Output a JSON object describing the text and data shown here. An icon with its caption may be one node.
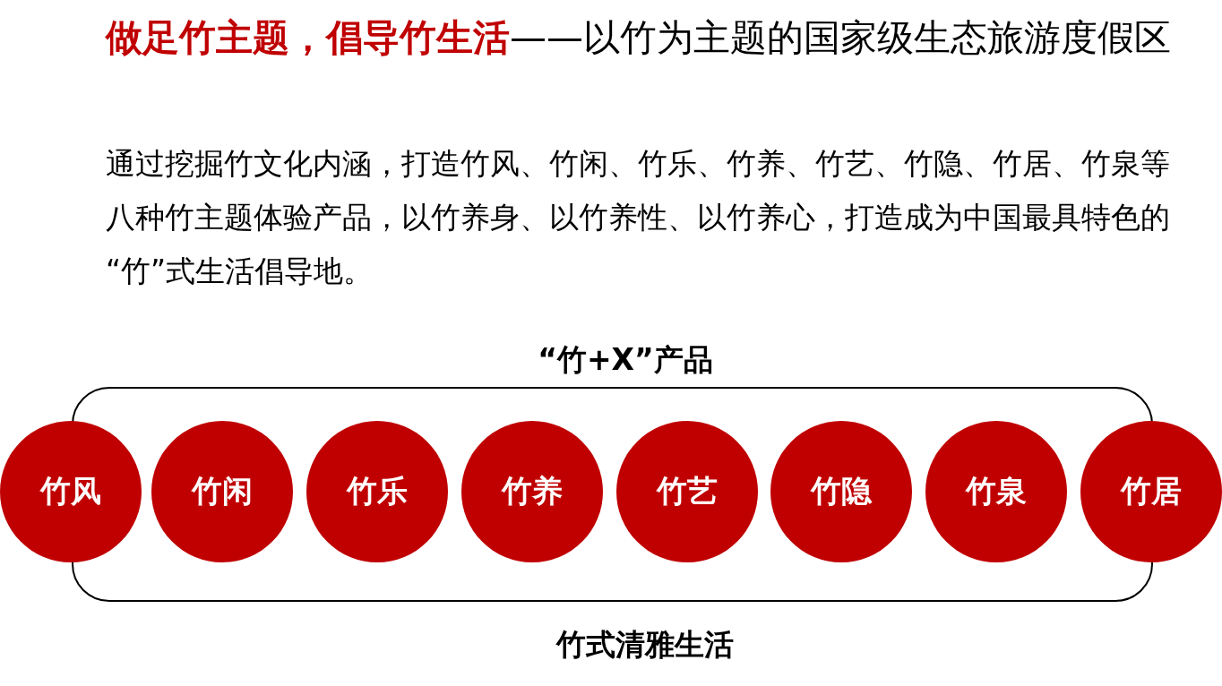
{
  "diagram": {
    "title": "**做足竹主题，倡导竹生活**——以竹为主题的国家级生态旅游度假区",
    "nodes": [
      {
        "text": [
          "“竹+X”产品",
          "竹式清雅生活"
        ]
      },
      {
        "text": [
          "竹风"
        ]
      },
      {
        "text": [
          "竹闲"
        ],
        "in": 0
      },
      {
        "text": [
          "竹乐"
        ],
        "in": 0
      },
      {
        "text": [
          "竹养"
        ],
        "in": 0
      },
      {
        "text": [
          "竹艺"
        ],
        "in": 0
      },
      {
        "text": [
          "竹隐"
        ],
        "in": 0
      },
      {
        "text": [
          "竹泉"
        ],
        "in": 0
      },
      {
        "text": [
          "竹居"
        ]
      }
    ],
    "labels": [
      "通过挖掘竹文化内涵，打造竹风、竹闲、竹乐、竹养、竹艺、竹隐、竹居、竹泉等八种竹主题体验产品，以竹养身、以竹养性、以竹养心，打造成为中国最具特色的“竹”式生活倡导地。"
    ]
  }
}
